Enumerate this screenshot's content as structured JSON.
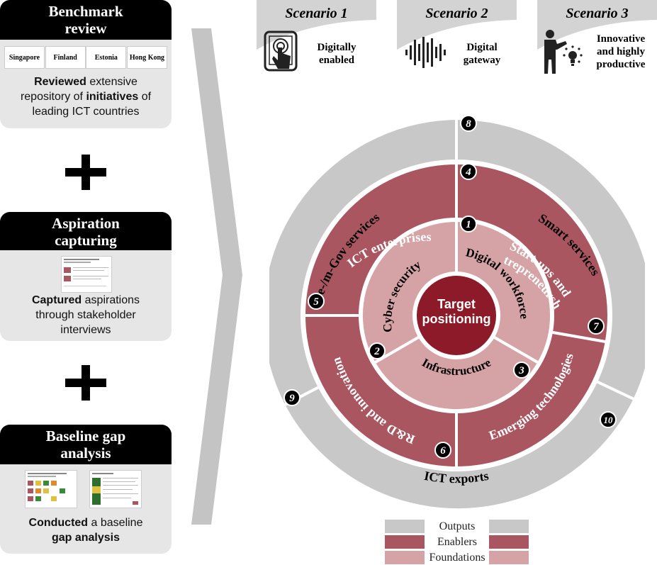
{
  "panels": {
    "benchmark": {
      "title_line1": "Benchmark",
      "title_line2": "review",
      "countries": [
        "Singapore",
        "Finland",
        "Estonia",
        "Hong Kong"
      ],
      "desc_bold1": "Reviewed",
      "desc_text1": " extensive",
      "desc_text2": "repository of ",
      "desc_bold2": "initiatives",
      "desc_text3": " of",
      "desc_text4": "leading ICT countries"
    },
    "aspiration": {
      "title_line1": "Aspiration",
      "title_line2": "capturing",
      "desc_bold1": "Captured",
      "desc_text1": " aspirations",
      "desc_text2": "through stakeholder",
      "desc_text3": "interviews"
    },
    "baseline": {
      "title_line1": "Baseline gap",
      "title_line2": "analysis",
      "desc_bold1": "Conducted",
      "desc_text1": " a baseline",
      "desc_bold2": "gap analysis"
    }
  },
  "scenarios": [
    {
      "title": "Scenario 1",
      "line1": "Digitally",
      "line2": "enabled",
      "icon": "tablet-touch-icon"
    },
    {
      "title": "Scenario 2",
      "line1": "Digital",
      "line2": "gateway",
      "icon": "sound-wave-icon"
    },
    {
      "title": "Scenario 3",
      "line1": "Innovative",
      "line2": "and highly",
      "line3": "productive",
      "icon": "person-idea-icon"
    }
  ],
  "wheel": {
    "center_line1": "Target",
    "center_line2": "positioning",
    "foundations": [
      "Cyber security",
      "Digital workforce",
      "Infrastructure"
    ],
    "enablers": [
      "ICT enterprises",
      "Start-ups and",
      "entrepreneurship",
      "R&D and  innovation",
      "Emerging technologies"
    ],
    "outputs": [
      "e-/m-Gov services",
      "Smart services",
      "ICT exports"
    ],
    "numbers": [
      "1",
      "2",
      "3",
      "4",
      "5",
      "6",
      "7",
      "8",
      "9",
      "10"
    ]
  },
  "legend": [
    {
      "label": "Outputs",
      "color": "#c8c8c8"
    },
    {
      "label": "Enablers",
      "color": "#a95660"
    },
    {
      "label": "Foundations",
      "color": "#d5a3a6"
    }
  ],
  "colors": {
    "outputs": "#c8c8c8",
    "enablers": "#a95660",
    "foundations": "#d5a3a6",
    "center": "#8c1a29"
  }
}
